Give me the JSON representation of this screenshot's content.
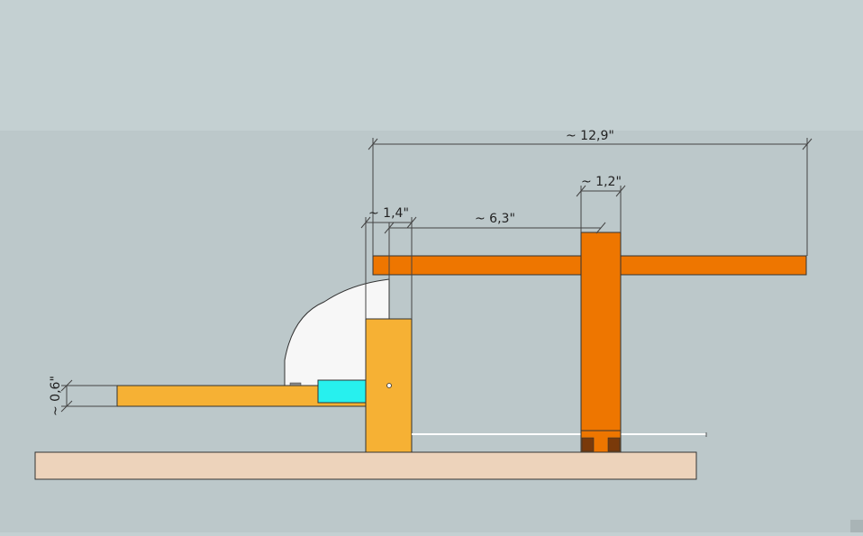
{
  "colors": {
    "background_top": "#c4d0d2",
    "background_main": "#bcc8ca",
    "base_board": "#edd3bb",
    "light_wood": "#f6b134",
    "dark_wood": "#ee7600",
    "dark_wood_end": "#7a3a0a",
    "cyan_block": "#27f0ee",
    "guard": "#f7f7f7",
    "outline": "#333333",
    "dimension_line": "#444444"
  },
  "dimensions": {
    "overall_width": "~ 12,9\"",
    "upright_width": "~ 1,2\"",
    "gap_width": "~ 1,4\"",
    "arm_span": "~ 6,3\"",
    "table_thickness": "~ 0,6\""
  }
}
